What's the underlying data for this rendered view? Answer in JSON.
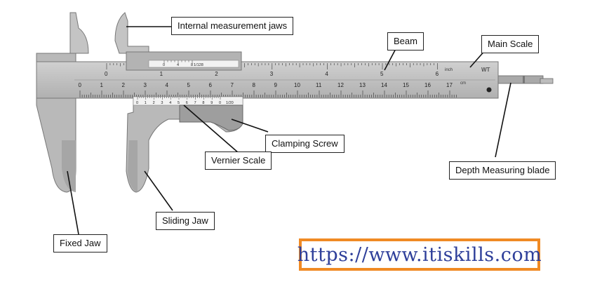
{
  "labels": {
    "internal_jaws": "Internal measurement jaws",
    "beam": "Beam",
    "main_scale": "Main Scale",
    "clamping_screw": "Clamping Screw",
    "vernier_scale": "Vernier Scale",
    "depth_blade": "Depth Measuring blade",
    "sliding_jaw": "Sliding Jaw",
    "fixed_jaw": "Fixed Jaw"
  },
  "scale": {
    "inch_numbers": [
      "0",
      "1",
      "2",
      "3",
      "4",
      "5",
      "6"
    ],
    "inch_unit": "inch",
    "cm_numbers": [
      "0",
      "1",
      "2",
      "3",
      "4",
      "5",
      "6",
      "7",
      "8",
      "9",
      "10",
      "11",
      "12",
      "13",
      "14",
      "15",
      "16",
      "17"
    ],
    "cm_unit": "cm",
    "vernier_top_numbers": [
      "0",
      "4",
      "8"
    ],
    "vernier_top_fraction": "1/128",
    "vernier_bottom_numbers": [
      "0",
      "1",
      "2",
      "3",
      "4",
      "5",
      "6",
      "7",
      "8",
      "9",
      "0"
    ],
    "vernier_bottom_fraction": "1/20",
    "brand": "WT"
  },
  "website": {
    "url": "https://www.itiskills.com"
  },
  "colors": {
    "body": "#b9b9b9",
    "body_dark": "#8f8f8f",
    "accent_border": "#f08a24",
    "url_text": "#2e3f9a"
  }
}
